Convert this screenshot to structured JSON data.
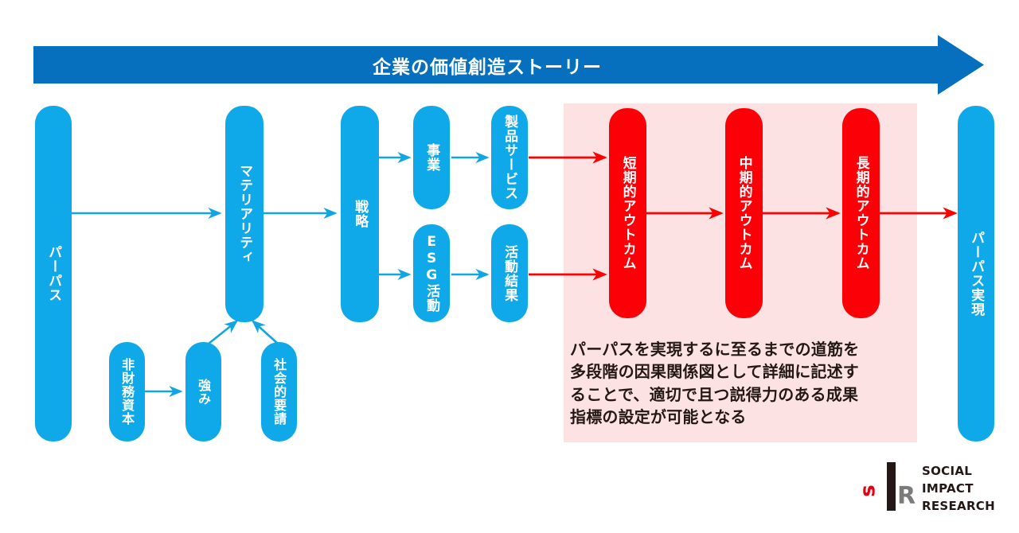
{
  "banner": {
    "title": "企業の価値創造ストーリー",
    "color": "#0670BE",
    "arrow_icon": "right-arrow-banner"
  },
  "colors": {
    "blue_node": "#0FA8E8",
    "red_node": "#FB0006",
    "pink_panel": "#FDE2E3",
    "blue_connector": "#12A5E3",
    "red_connector": "#FF0000",
    "banner_blue": "#0670BE"
  },
  "nodes": {
    "purpose": "パーパス",
    "materiality": "マテリアリティ",
    "non_financial_capital": "非財務資本",
    "strength": "強み",
    "social_demand": "社会的要請",
    "strategy": "戦略",
    "business": "事業",
    "product_service": "製品サービス",
    "esg_activity": "ESG活動",
    "activity_result": "活動結果",
    "short_term_outcome": "短期的アウトカム",
    "mid_term_outcome": "中期的アウトカム",
    "long_term_outcome": "長期的アウトカム",
    "purpose_realization": "パーパス実現"
  },
  "description": {
    "lines": [
      "パーパスを実現するに至るまでの道筋を",
      "多段階の因果関係図として詳細に記述す",
      "ることで、適切で且つ説得力のある成果",
      "指標の設定が可能となる"
    ]
  },
  "logo": {
    "mark_s": "s",
    "mark_r": "R",
    "line1": "SOCIAL",
    "line2": "IMPACT",
    "line3": "RESEARCH",
    "s_color": "#E60012",
    "bar_color": "#231815",
    "r_color": "#7B7B7B"
  }
}
